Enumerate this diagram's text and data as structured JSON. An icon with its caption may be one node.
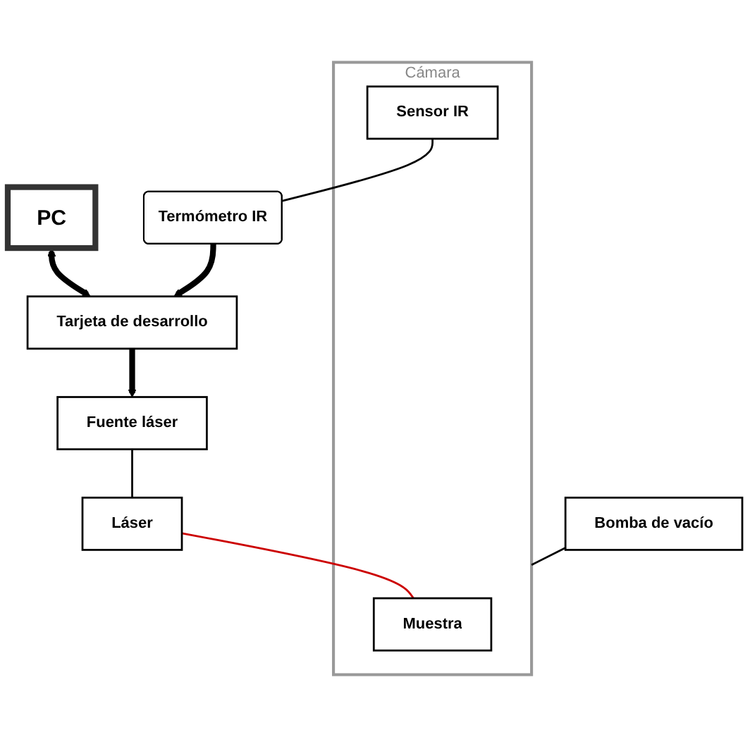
{
  "diagram": {
    "nodes": [
      {
        "text": [
          "PC"
        ]
      },
      {
        "text": [
          "Tarjeta de desarrollo"
        ]
      },
      {
        "text": [
          "Fuente láser"
        ]
      },
      {
        "text": [
          "Láser"
        ]
      },
      {
        "text": [
          "Cámara"
        ]
      },
      {
        "text": [
          "Muestra"
        ],
        "in": 4
      },
      {
        "text": [
          "Sensor IR"
        ],
        "in": 4
      },
      {
        "text": [
          "Termómetro IR"
        ]
      },
      {
        "text": [
          "Bomba de vacío"
        ]
      }
    ],
    "edges": [
      {
        "from": 0,
        "to": 1,
        "arrow": "both",
        "style": "thick"
      },
      {
        "from": 1,
        "to": 2,
        "arrow": "to",
        "style": "thick"
      },
      {
        "from": 7,
        "to": 1,
        "arrow": "to",
        "style": "thick"
      },
      {
        "from": 2,
        "to": 3,
        "arrow": "none"
      },
      {
        "from": 3,
        "to": 5,
        "arrow": "none",
        "color": "#cc0000"
      },
      {
        "from": 6,
        "to": 7,
        "arrow": "none"
      },
      {
        "from": 8,
        "to": 4,
        "arrow": "none"
      }
    ]
  }
}
